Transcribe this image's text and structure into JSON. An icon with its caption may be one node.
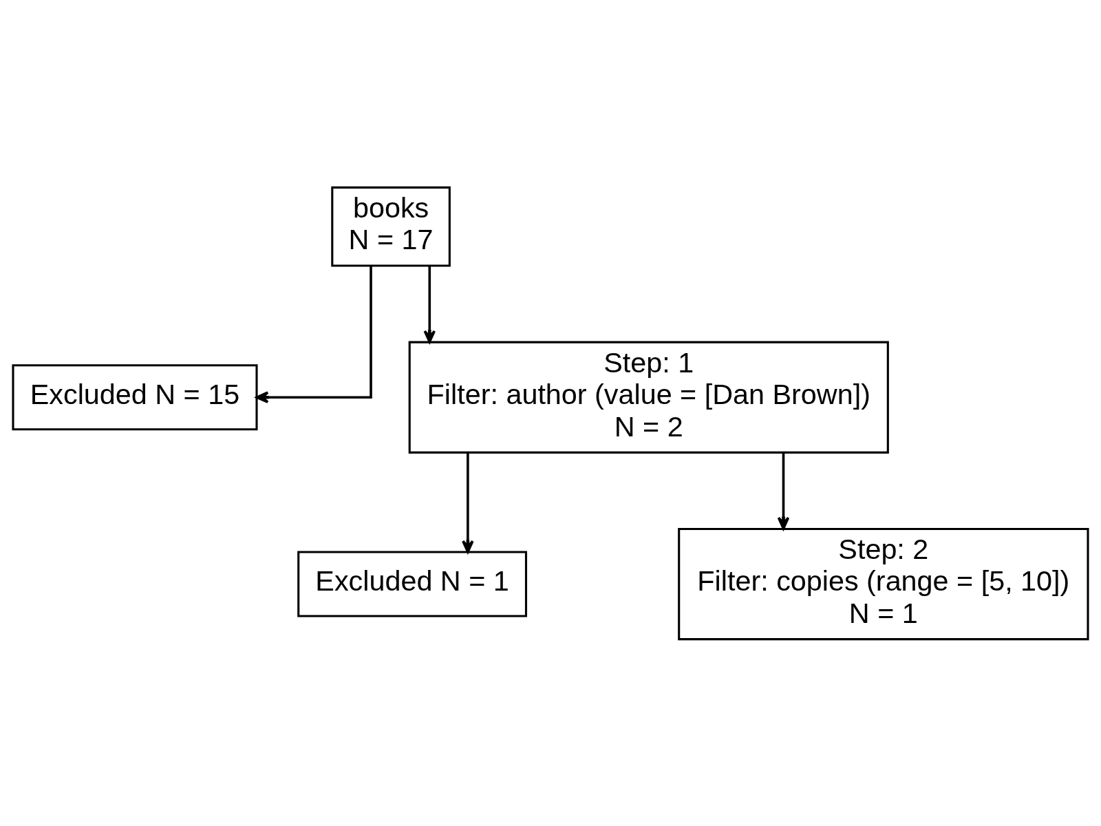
{
  "diagram": {
    "nodes": [
      {
        "text": [
          "books",
          "N = 17"
        ]
      },
      {
        "text": [
          "Excluded N = 15"
        ]
      },
      {
        "text": [
          "Step: 1",
          "Filter: author (value = [Dan Brown])",
          "N = 2"
        ]
      },
      {
        "text": [
          "Excluded N = 1"
        ]
      },
      {
        "text": [
          "Step: 2",
          "Filter: copies (range = [5, 10])",
          "N = 1"
        ]
      }
    ],
    "edges": [
      {
        "from": 0,
        "to": 2,
        "arrow": "to"
      },
      {
        "from": 0,
        "to": 1,
        "arrow": "to"
      },
      {
        "from": 2,
        "to": 4,
        "arrow": "to"
      },
      {
        "from": 2,
        "to": 3,
        "arrow": "to"
      }
    ]
  }
}
